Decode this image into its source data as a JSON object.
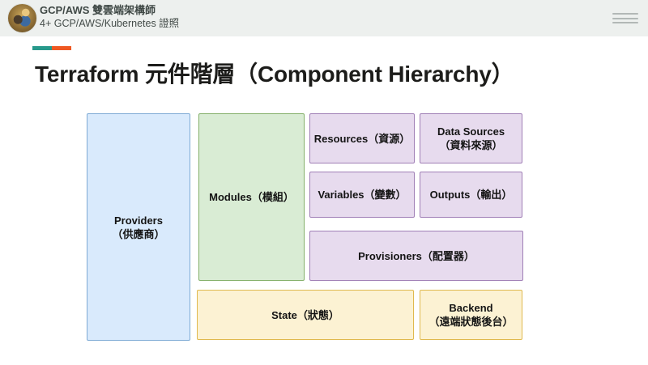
{
  "header": {
    "title": "GCP/AWS 雙雲端架構師",
    "subtitle": "4+ GCP/AWS/Kubernetes 證照",
    "icons": {
      "avatar": "profile-photo",
      "menu": "hamburger-menu-icon"
    },
    "background": "#edf0ee"
  },
  "slide": {
    "title": "Terraform 元件階層（Component Hierarchy）",
    "accent_colors": {
      "teal": "#27998b",
      "orange": "#ef5822"
    }
  },
  "diagram": {
    "boxes": {
      "providers": {
        "line1": "Providers",
        "line2": "（供應商）",
        "color": "blue"
      },
      "modules": {
        "line1": "Modules（模組）",
        "color": "green"
      },
      "resources": {
        "line1": "Resources（資源）",
        "color": "purple"
      },
      "data_sources": {
        "line1": "Data Sources",
        "line2": "（資料來源）",
        "color": "purple"
      },
      "variables": {
        "line1": "Variables（變數）",
        "color": "purple"
      },
      "outputs": {
        "line1": "Outputs（輸出）",
        "color": "purple"
      },
      "provisioners": {
        "line1": "Provisioners（配置器）",
        "color": "purple"
      },
      "state": {
        "line1": "State（狀態）",
        "color": "yellow"
      },
      "backend": {
        "line1": "Backend",
        "line2": "（遠端狀態後台）",
        "color": "yellow"
      }
    },
    "colors": {
      "blue_fill": "#d9eafc",
      "blue_border": "#7fabd5",
      "green_fill": "#d9ecd4",
      "green_border": "#84b06a",
      "purple_fill": "#e7dbee",
      "purple_border": "#a07fb6",
      "yellow_fill": "#fcf2d3",
      "yellow_border": "#e0b94e"
    }
  }
}
